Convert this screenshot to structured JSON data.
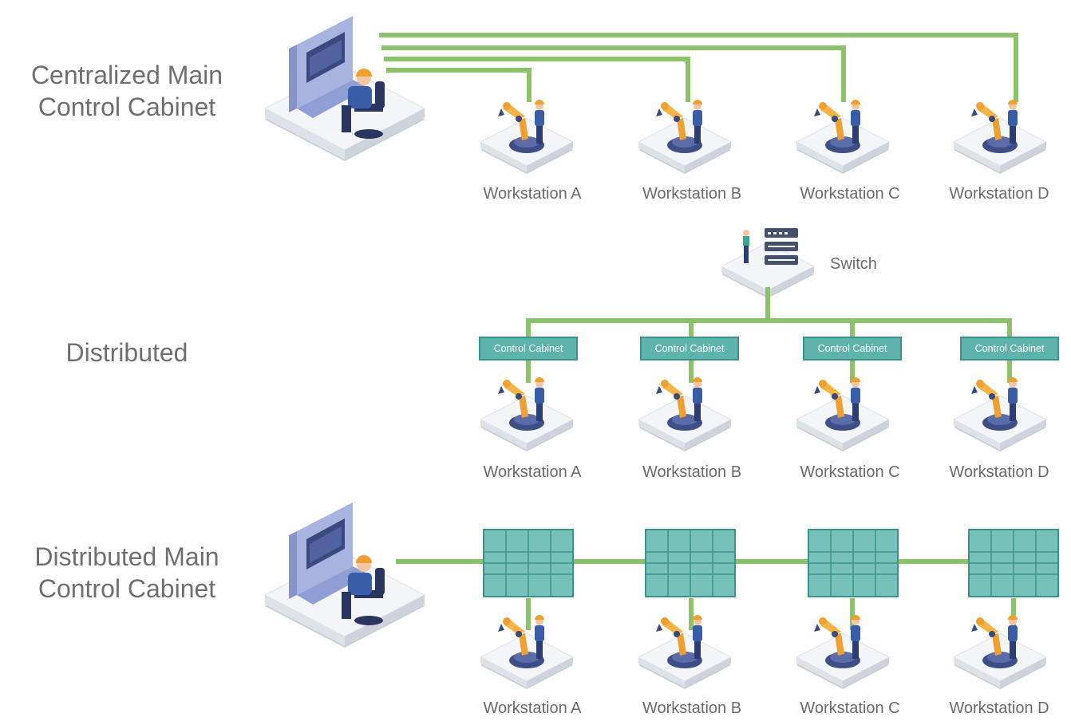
{
  "sections": [
    {
      "label": "Centralized Main\nControl Cabinet",
      "workstations": [
        "Workstation A",
        "Workstation B",
        "Workstation C",
        "Workstation D"
      ]
    },
    {
      "label": "Distributed",
      "switch_label": "Switch",
      "control_cabinets": [
        "Control Cabinet",
        "Control Cabinet",
        "Control Cabinet",
        "Control Cabinet"
      ],
      "workstations": [
        "Workstation A",
        "Workstation B",
        "Workstation C",
        "Workstation D"
      ]
    },
    {
      "label": "Distributed Main\nControl Cabinet",
      "workstations": [
        "Workstation A",
        "Workstation B",
        "Workstation C",
        "Workstation D"
      ]
    }
  ],
  "colors": {
    "cable": "#8cc26a",
    "cabinet_fill": "#5fb3ad",
    "cabinet_border": "#3c938e",
    "robot_orange": "#f0a030",
    "worker_blue": "#3a5da8",
    "platform": "#eef1f6",
    "platform_shadow": "#c9ced8"
  }
}
